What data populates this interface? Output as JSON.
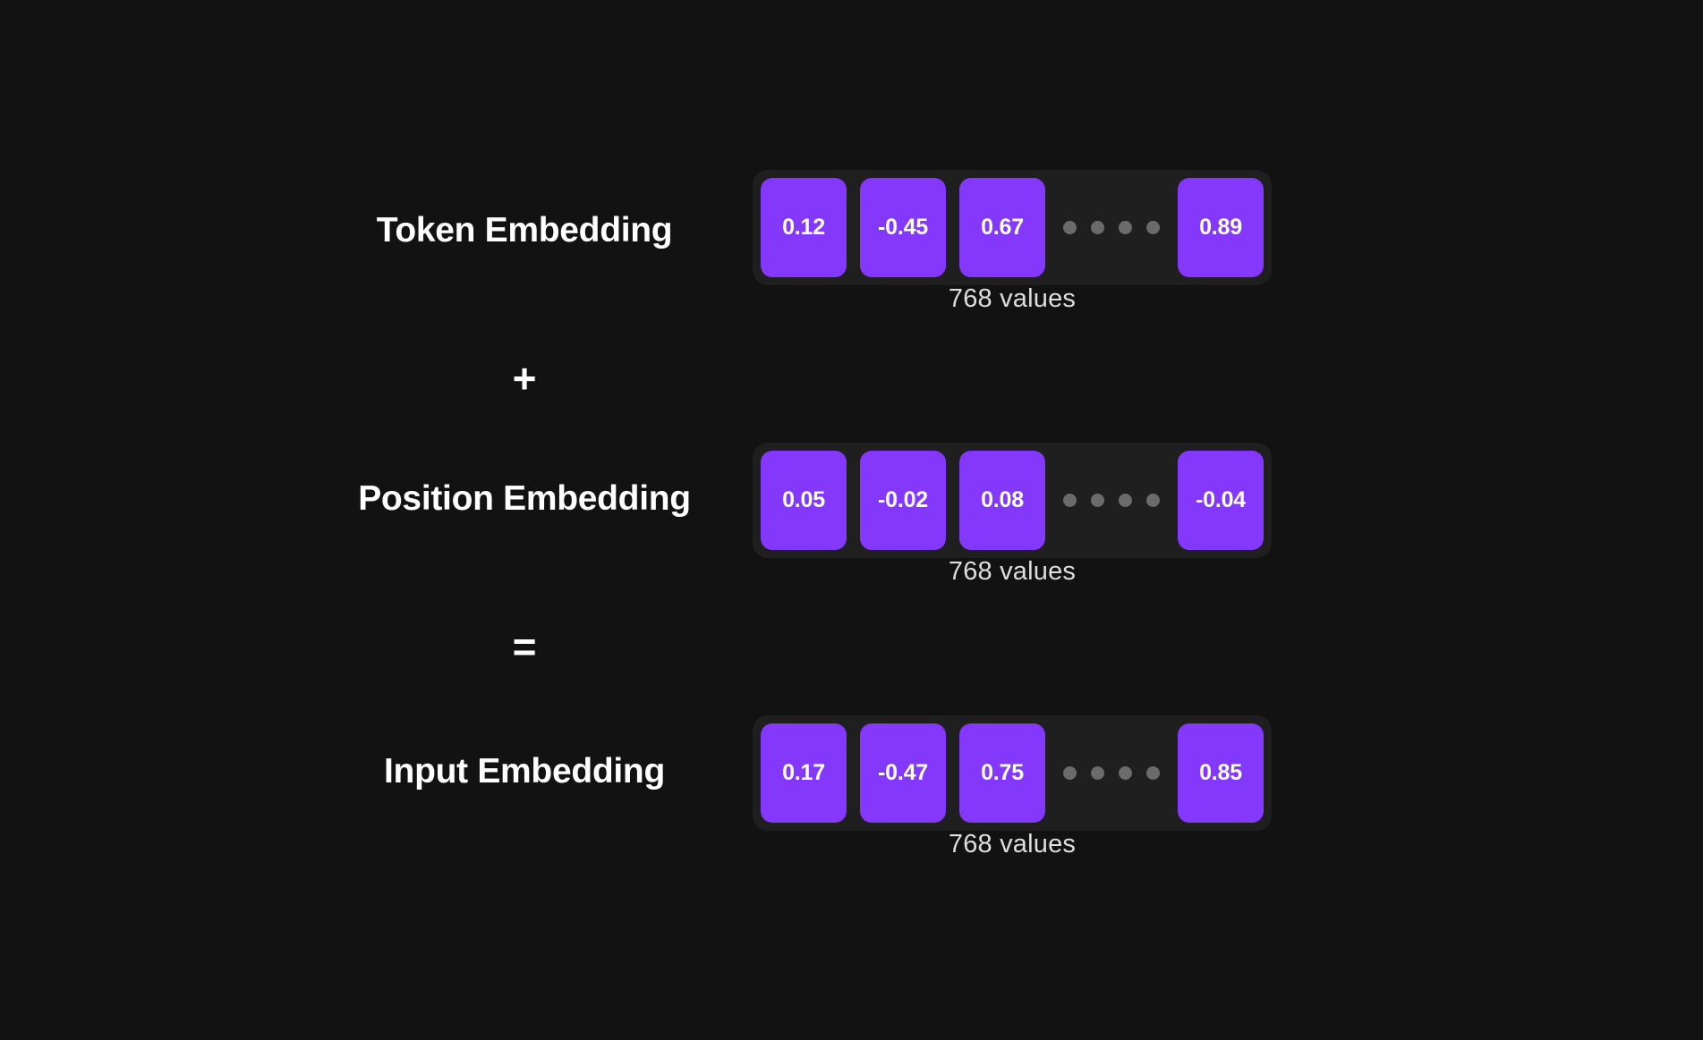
{
  "theme": {
    "background": "#121212",
    "strip_background": "#1f1f1f",
    "cell_color": "#8438fb",
    "cell_text_color": "#ffffff",
    "label_color": "#ffffff",
    "caption_color": "#dedede",
    "dot_color": "#6b6b6b"
  },
  "diagram": {
    "rows": [
      {
        "label": "Token Embedding",
        "values": [
          "0.12",
          "-0.45",
          "0.67"
        ],
        "last_value": "0.89",
        "ellipsis_dots": 4,
        "caption": "768 values"
      },
      {
        "label": "Position Embedding",
        "values": [
          "0.05",
          "-0.02",
          "0.08"
        ],
        "last_value": "-0.04",
        "ellipsis_dots": 4,
        "caption": "768 values"
      },
      {
        "label": "Input Embedding",
        "values": [
          "0.17",
          "-0.47",
          "0.75"
        ],
        "last_value": "0.85",
        "ellipsis_dots": 4,
        "caption": "768 values"
      }
    ],
    "operators": [
      {
        "symbol": "+",
        "name": "plus-operator"
      },
      {
        "symbol": "=",
        "name": "equals-operator"
      }
    ]
  }
}
